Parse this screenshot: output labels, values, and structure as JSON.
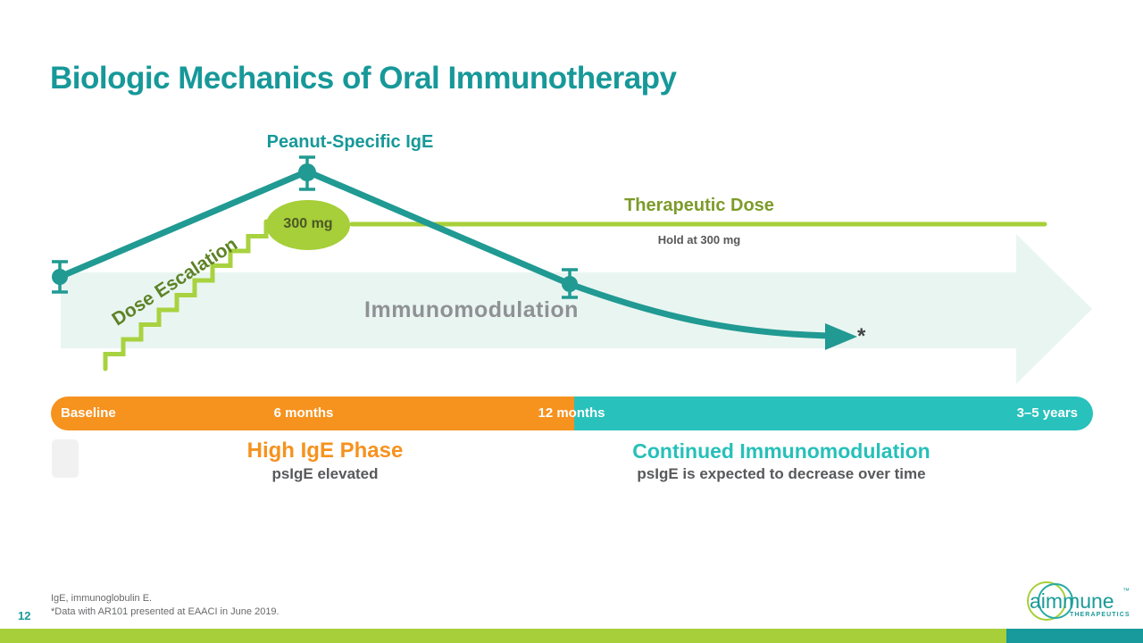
{
  "slide": {
    "title": "Biologic Mechanics of Oral Immunotherapy",
    "page_number": "12",
    "footnotes": [
      "IgE, immunoglobulin E.",
      "*Data with AR101 presented at EAACI in June 2019."
    ]
  },
  "diagram": {
    "curve_label": "Peanut-Specific IgE",
    "dose_escalation_label": "Dose Escalation",
    "dose_oval_label": "300 mg",
    "therapeutic_dose_label": "Therapeutic Dose",
    "hold_note": "Hold at 300 mg",
    "band_label": "Immunomodulation",
    "endpoint_footnote_marker": "*"
  },
  "timeline": {
    "labels": [
      "Baseline",
      "6 months",
      "12 months",
      "3–5 years"
    ]
  },
  "phases": [
    {
      "title": "High IgE Phase",
      "subtitle": "psIgE elevated"
    },
    {
      "title": "Continued Immunomodulation",
      "subtitle": "psIgE is expected to decrease over time"
    }
  ],
  "logo": {
    "wordmark": "aimmune",
    "trademark": "™",
    "tagline": "THERAPEUTICS"
  },
  "colors": {
    "title_teal": "#179899",
    "curve_teal": "#209a92",
    "timeline_turquoise": "#29c1bc",
    "timeline_orange": "#f6921e",
    "brand_green": "#a6cf39",
    "olive_green": "#7d9b2a",
    "dark_olive": "#5d8226",
    "text_gray": "#58595b",
    "band_mint": "#e9f5f1",
    "footer_teal": "#18999c"
  }
}
